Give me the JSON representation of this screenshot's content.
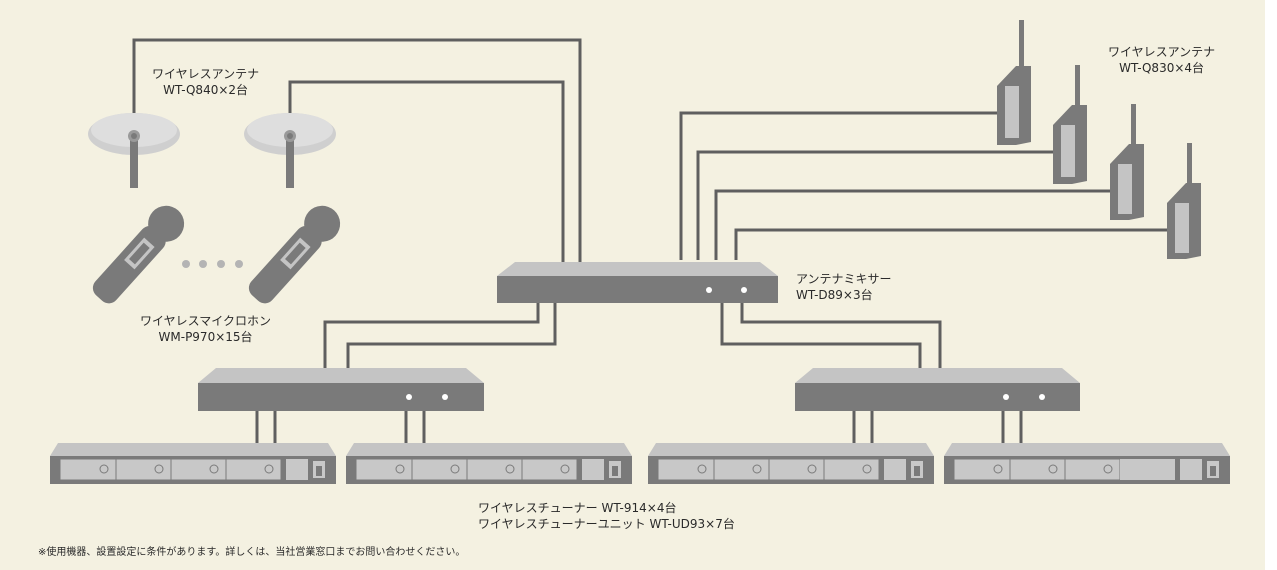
{
  "labels": {
    "antenna_left": {
      "name": "ワイヤレスアンテナ",
      "model": "WT-Q840×2台"
    },
    "antenna_right": {
      "name": "ワイヤレスアンテナ",
      "model": "WT-Q830×4台"
    },
    "mic": {
      "name": "ワイヤレスマイクロホン",
      "model": "WM-P970×15台"
    },
    "mixer": {
      "name": "アンテナミキサー",
      "model": "WT-D89×3台"
    },
    "tuner": {
      "line1": "ワイヤレスチューナー WT-914×4台",
      "line2": "ワイヤレスチューナーユニット WT-UD93×7台"
    }
  },
  "note": "※使用機器、設置設定に条件があります。詳しくは、当社営業窓口までお問い合わせください。",
  "colors": {
    "background": "#f4f1e1",
    "device": "#7a7a7a",
    "device_top": "#c4c4c4",
    "cable": "#5f5f5f",
    "antenna_disc": "#cfcfcf"
  }
}
